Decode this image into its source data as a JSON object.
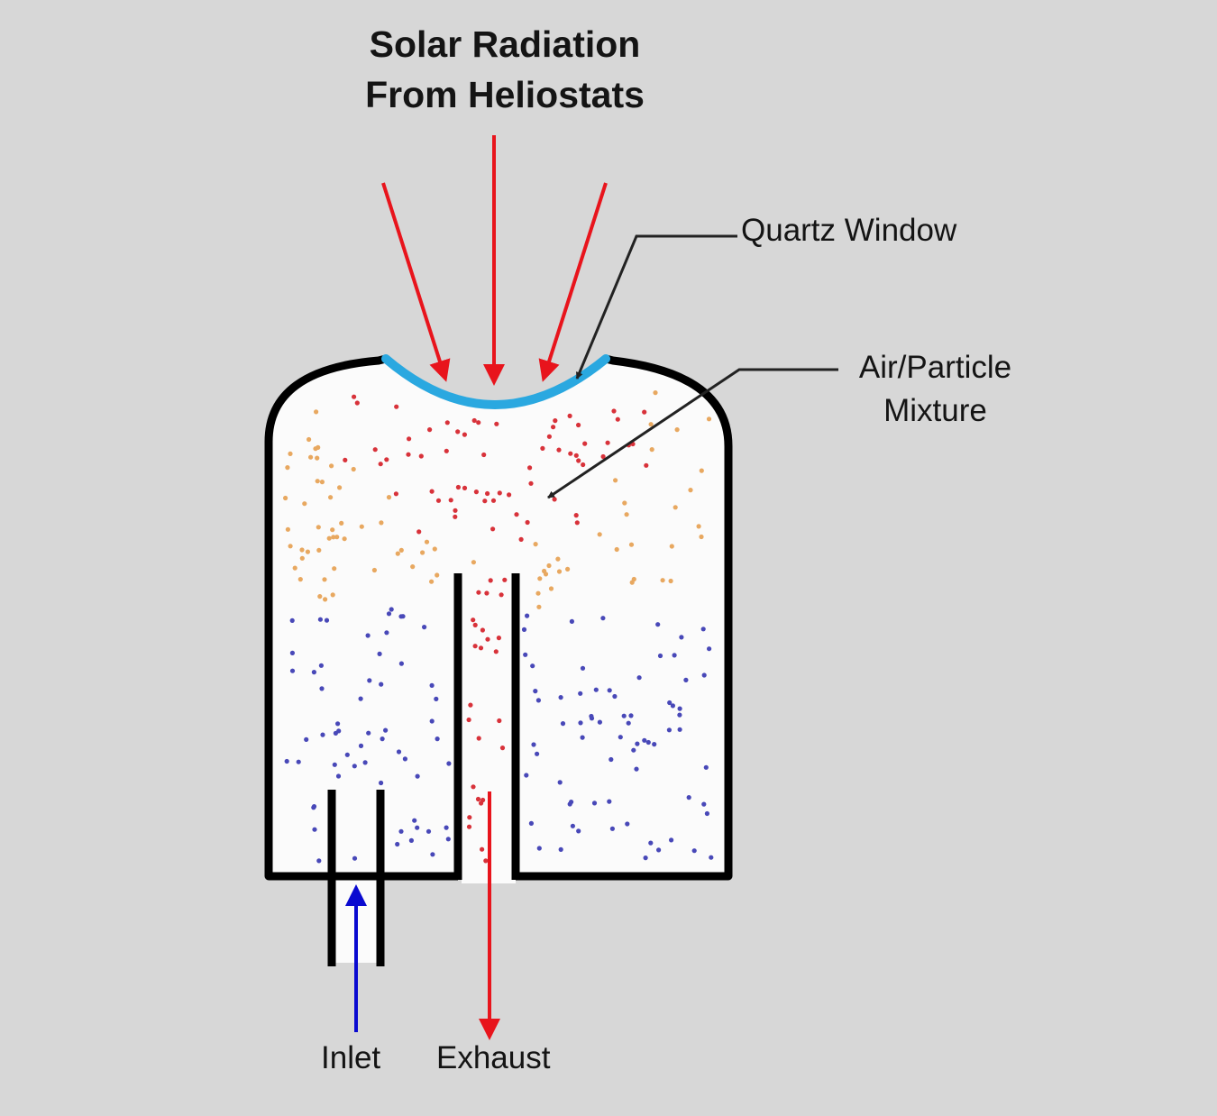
{
  "title": {
    "line1": "Solar Radiation",
    "line2": "From Heliostats"
  },
  "labels": {
    "quartz_window": "Quartz Window",
    "air_particle_line1": "Air/Particle",
    "air_particle_line2": "Mixture",
    "inlet": "Inlet",
    "exhaust": "Exhaust"
  },
  "colors": {
    "background": "#d7d7d7",
    "chamber_fill": "#fbfbfb",
    "wall": "#000000",
    "quartz_window": "#2aa8e0",
    "radiation_arrow": "#e8141c",
    "inlet_arrow": "#0a0ad0",
    "hot_particle": "#d8323a",
    "warm_particle": "#e8a860",
    "cool_particle": "#4848b8",
    "leader_line": "#222222"
  }
}
